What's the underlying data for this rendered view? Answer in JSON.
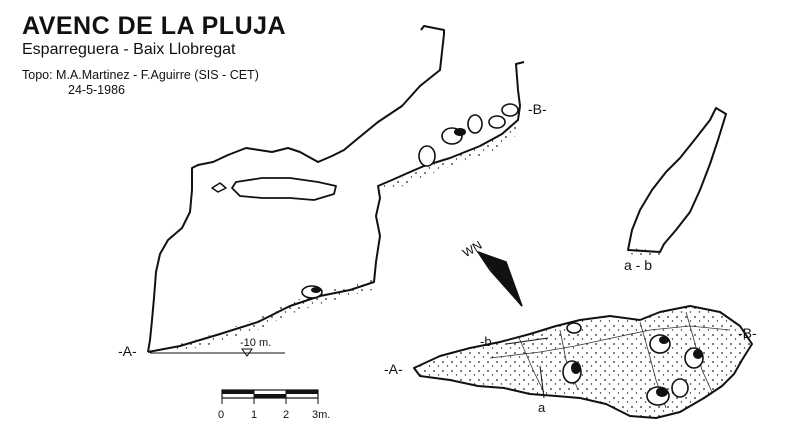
{
  "header": {
    "title": "AVENC DE LA PLUJA",
    "subtitle": "Esparreguera - Baix Llobregat",
    "topo": "Topo: M.A.Martinez - F.Aguirre (SIS - CET)",
    "date": "24-5-1986"
  },
  "section_labels": {
    "a_elevation": "-A-",
    "b_elevation": "-B-",
    "depth_marker": "-10 m.",
    "a_plan": "-A-",
    "b_plan": "-B-",
    "b_lower": "-b",
    "a_lower": "a",
    "ab_section": "a - b"
  },
  "north_arrow": {
    "label": "WN"
  },
  "scale_bar": {
    "ticks": [
      "0",
      "1",
      "2",
      "3m."
    ]
  }
}
